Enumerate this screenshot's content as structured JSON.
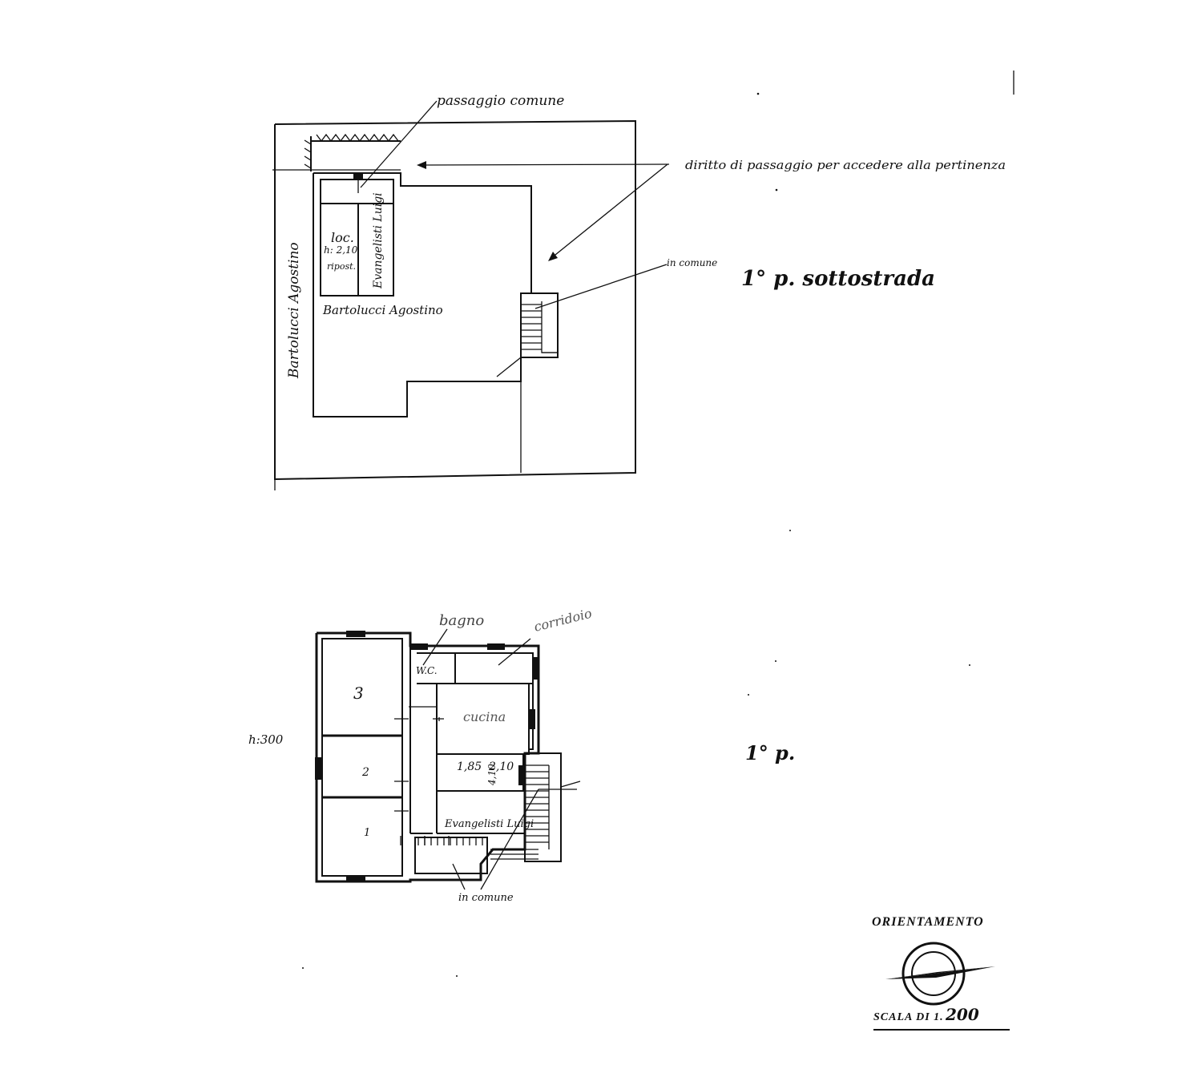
{
  "upper_plan": {
    "label_passage": "passaggio comune",
    "label_right_of_way": "diritto di passaggio per accedere alla pertinenza",
    "label_common": "in comune",
    "floor_title": "1° p. sottostrada",
    "owner_side": "Bartolucci Agostino",
    "owner_inner": "Bartolucci Agostino",
    "room_label_loc": "loc.",
    "room_height": "h: 2,10",
    "room_label_owner2": "Evangelisti Luigi",
    "room_label_small": "ripost."
  },
  "lower_plan": {
    "floor_title": "1° p.",
    "height_label": "h:300",
    "room_3": "3",
    "room_2": "2",
    "room_1": "1",
    "wc_label": "W.C.",
    "label_top_left": "bagno",
    "label_top_right": "corridoio",
    "room_kitchen": "cucina",
    "room_dims_a": "1,85",
    "room_dims_b": "2,10",
    "room_dims_c": "4,10",
    "owner_label": "Evangelisti Luigi",
    "label_common": "in comune"
  },
  "legend": {
    "orientation_title": "ORIENTAMENTO",
    "scale_label": "SCALA DI 1.",
    "scale_value": "200",
    "compass_icon": "compass-rose-icon"
  }
}
